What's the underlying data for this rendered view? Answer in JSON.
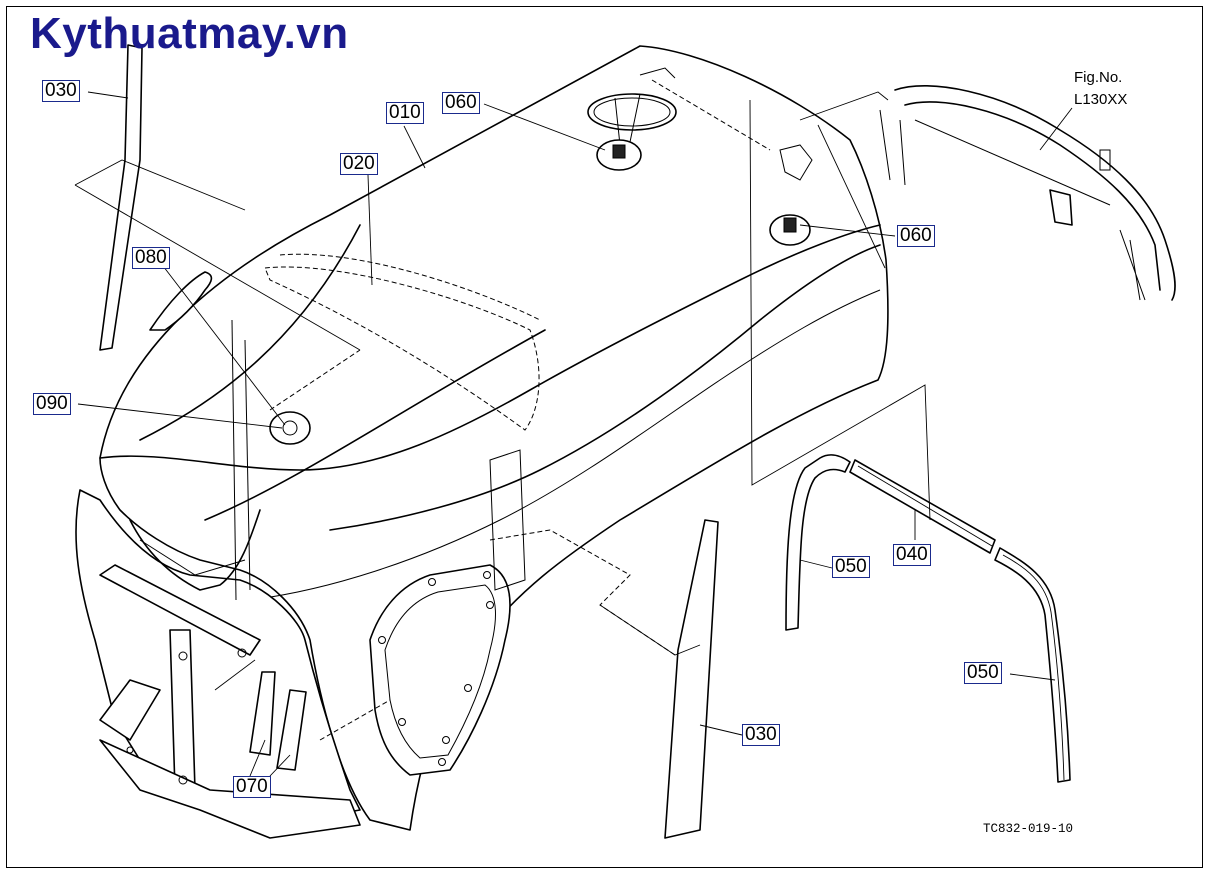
{
  "watermark": {
    "text": "Kythuatmay.vn",
    "color": "#1a1a8c"
  },
  "figure": {
    "label": "Fig.No.",
    "number": "L130XX"
  },
  "drawing_code": "TC832-019-10",
  "callouts": [
    {
      "id": "c010",
      "label": "010"
    },
    {
      "id": "c020",
      "label": "020"
    },
    {
      "id": "c030a",
      "label": "030"
    },
    {
      "id": "c030b",
      "label": "030"
    },
    {
      "id": "c040",
      "label": "040"
    },
    {
      "id": "c050a",
      "label": "050"
    },
    {
      "id": "c050b",
      "label": "050"
    },
    {
      "id": "c060a",
      "label": "060"
    },
    {
      "id": "c060b",
      "label": "060"
    },
    {
      "id": "c070",
      "label": "070"
    },
    {
      "id": "c080",
      "label": "080"
    },
    {
      "id": "c090",
      "label": "090"
    }
  ],
  "colors": {
    "callout_border": "#1a2a8c",
    "line": "#000000",
    "background": "#ffffff"
  }
}
